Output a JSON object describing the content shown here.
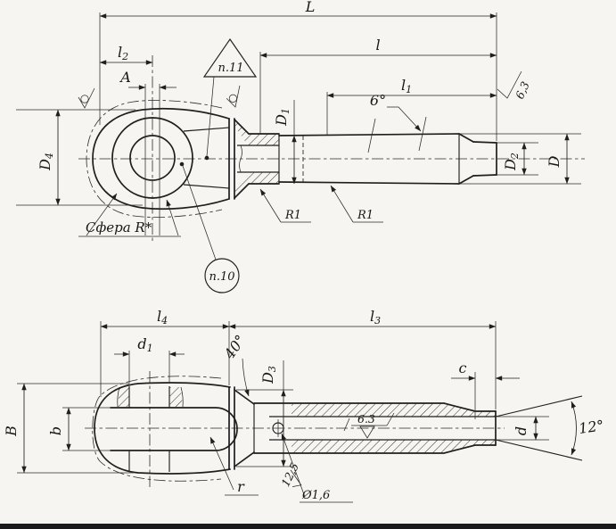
{
  "dims": {
    "L": "L",
    "l": "l",
    "l1_base": "l",
    "l1_sub": "1",
    "l2_base": "l",
    "l2_sub": "2",
    "l3_base": "l",
    "l3_sub": "3",
    "l4_base": "l",
    "l4_sub": "4",
    "A": "A",
    "B": "B",
    "b": "b",
    "c": "c",
    "d": "d",
    "r": "r",
    "d1_base": "d",
    "d1_sub": "1",
    "D": "D",
    "D1_base": "D",
    "D1_sub": "1",
    "D2_base": "D",
    "D2_sub": "2",
    "D3_base": "D",
    "D3_sub": "3",
    "D4_base": "D",
    "D4_sub": "4",
    "R1": "R1"
  },
  "angles": {
    "taper": "6°",
    "cone": "40°",
    "flare": "12°"
  },
  "roughness": {
    "shank_end": "6,3",
    "bore": "6.3",
    "pin_hole": "12,5"
  },
  "hole_diameter": "Ø1,6",
  "callouts": {
    "p11": "п.11",
    "p10": "п.10",
    "sphere_note": "Сфера R*"
  },
  "colors": {
    "ink": "#1f1f1f",
    "paper": "#f6f5f1"
  }
}
